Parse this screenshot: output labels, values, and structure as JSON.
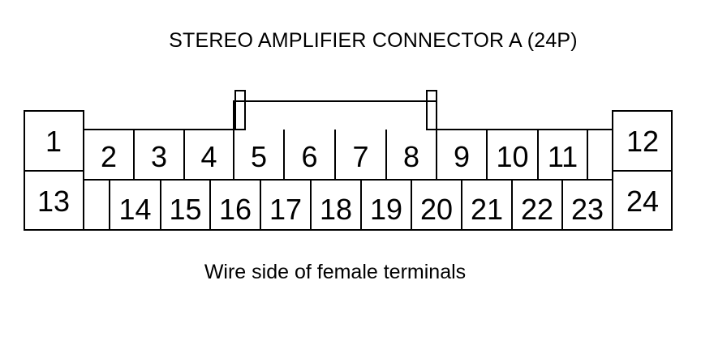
{
  "title": "STEREO AMPLIFIER CONNECTOR A (24P)",
  "caption": "Wire side of female terminals",
  "pins": {
    "upper": [
      "1",
      "2",
      "3",
      "4",
      "5",
      "6",
      "7",
      "8",
      "9",
      "10",
      "11",
      "12"
    ],
    "lower": [
      "13",
      "14",
      "15",
      "16",
      "17",
      "18",
      "19",
      "20",
      "21",
      "22",
      "23",
      "24"
    ]
  },
  "colors": {
    "stroke": "#000000",
    "background": "#ffffff"
  }
}
